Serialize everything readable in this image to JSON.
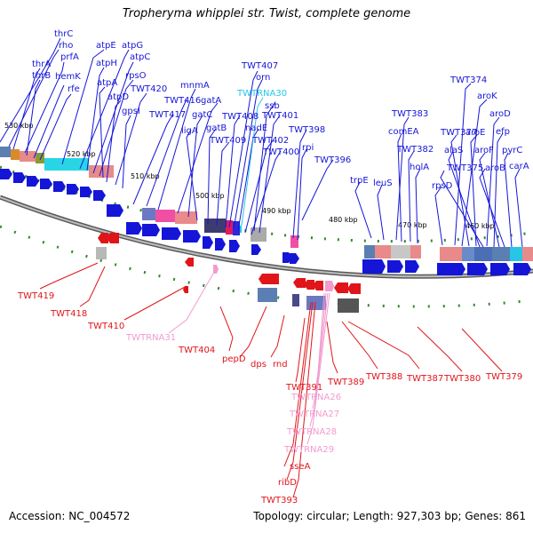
{
  "title": "Tropheryma whipplei str. Twist, complete genome",
  "footer": {
    "accession": "Accession: NC_004572",
    "summary": "Topology: circular; Length: 927,303 bp; Genes: 861"
  },
  "colors": {
    "forward": "#1515d8",
    "reverse": "#e0151a",
    "rna": "#f29bcf",
    "rna_highlight": "#22c7e8",
    "backbone": "#8a8a8a",
    "dots": "#2e8b2e"
  },
  "ticks": [
    "530 kbp",
    "520 kbp",
    "510 kbp",
    "500 kbp",
    "490 kbp",
    "480 kbp",
    "470 kbp",
    "460 kbp"
  ],
  "forward_labels": [
    "thrC",
    "rho",
    "thrA",
    "prfA",
    "thrB",
    "hemK",
    "rfe",
    "atpE",
    "atpG",
    "atpH",
    "atpC",
    "rpsO",
    "atpA",
    "atpD",
    "TWT420",
    "gpsI",
    "TWT417",
    "TWT416",
    "mnmA",
    "gatA",
    "gatC",
    "ligA",
    "gatB",
    "TWT409",
    "TWT407",
    "orn",
    "TWTRNA30",
    "ssb",
    "TWT408",
    "TWT401",
    "nadE",
    "TWT402",
    "TWT400",
    "TWT398",
    "rpi",
    "TWT396",
    "trpE",
    "leuS",
    "TWT383",
    "comEA",
    "TWT382",
    "holA",
    "rpsD",
    "TWT374",
    "aroK",
    "TWT377",
    "aroE",
    "aroD",
    "efp",
    "alaS",
    "TWT375",
    "aroF",
    "aroB",
    "pyrC",
    "carA"
  ],
  "reverse_labels": [
    "TWT419",
    "TWT418",
    "TWT410",
    "TWTRNA31",
    "TWT404",
    "pepD",
    "dps",
    "rnd",
    "TWT391",
    "TWTRNA26",
    "TWTRNA27",
    "TWTRNA28",
    "TWTRNA29",
    "sseA",
    "ribD",
    "TWT393",
    "TWT389",
    "TWT388",
    "TWT387",
    "TWT380",
    "TWT379"
  ]
}
